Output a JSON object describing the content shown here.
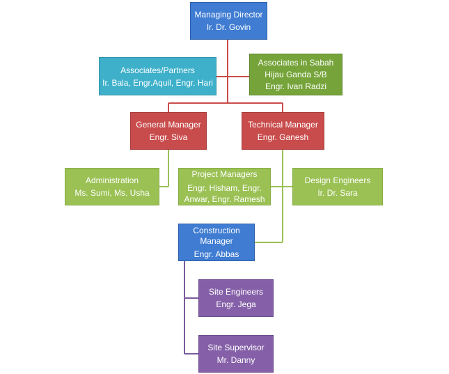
{
  "chart": {
    "managing_director": {
      "title": "Managing Director",
      "name": "Ir. Dr. Govin"
    },
    "associates_partners": {
      "title": "Associates/Partners",
      "name": "Ir. Bala, Engr.Aquil, Engr. Hari"
    },
    "associates_sabah": {
      "title": "Associates in Sabah",
      "company": "Hijau Ganda S/B",
      "name": "Engr. Ivan Radzi"
    },
    "general_manager": {
      "title": "General Manager",
      "name": "Engr. Siva"
    },
    "technical_manager": {
      "title": "Technical Manager",
      "name": "Engr. Ganesh"
    },
    "administration": {
      "title": "Administration",
      "name": "Ms. Sumi, Ms. Usha"
    },
    "project_managers": {
      "title": "Project Managers",
      "name_line1": "Engr. Hisham, Engr.",
      "name_line2": "Anwar, Engr. Ramesh"
    },
    "design_engineers": {
      "title": "Design Engineers",
      "name": "Ir. Dr. Sara"
    },
    "construction_manager": {
      "title_line1": "Construction",
      "title_line2": "Manager",
      "name": "Engr. Abbas"
    },
    "site_engineers": {
      "title": "Site Engineers",
      "name": "Engr. Jega"
    },
    "site_supervisor": {
      "title": "Site Supervisor",
      "name": "Mr. Danny"
    }
  },
  "colors": {
    "red_line": "#c94c4c",
    "green_line": "#9bc155",
    "purple_line": "#7a5a9c"
  }
}
